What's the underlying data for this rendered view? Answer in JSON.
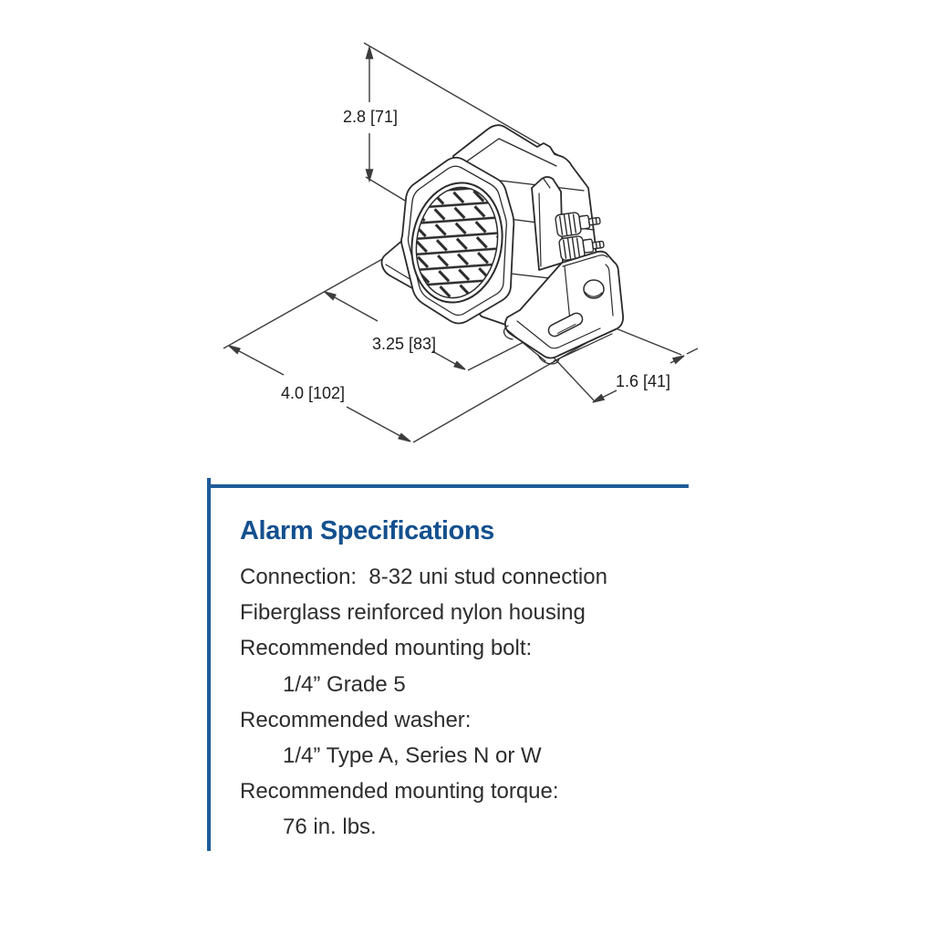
{
  "drawing": {
    "type": "isometric technical line drawing of a back-up alarm with mounting bracket",
    "dims": {
      "height": "2.8 [71]",
      "grille_width": "3.25 [83]",
      "base_length": "4.0 [102]",
      "base_depth": "1.6 [41]"
    }
  },
  "specs": {
    "title": "Alarm Specifications",
    "lines": [
      {
        "text": "Connection:  8-32 uni stud connection",
        "indent": false
      },
      {
        "text": "Fiberglass reinforced nylon housing",
        "indent": false
      },
      {
        "text": "Recommended mounting bolt:",
        "indent": false
      },
      {
        "text": "1/4” Grade 5",
        "indent": true
      },
      {
        "text": "Recommended washer:",
        "indent": false
      },
      {
        "text": "1/4” Type A, Series N or W",
        "indent": true
      },
      {
        "text": "Recommended mounting torque:",
        "indent": false
      },
      {
        "text": "76 in. lbs.",
        "indent": true
      }
    ]
  },
  "colors": {
    "accent_blue": "#1e5b99",
    "heading_blue": "#14508e",
    "line_dark": "#2b2b2b",
    "dim_line": "#3c3c3c",
    "background": "#ffffff"
  }
}
